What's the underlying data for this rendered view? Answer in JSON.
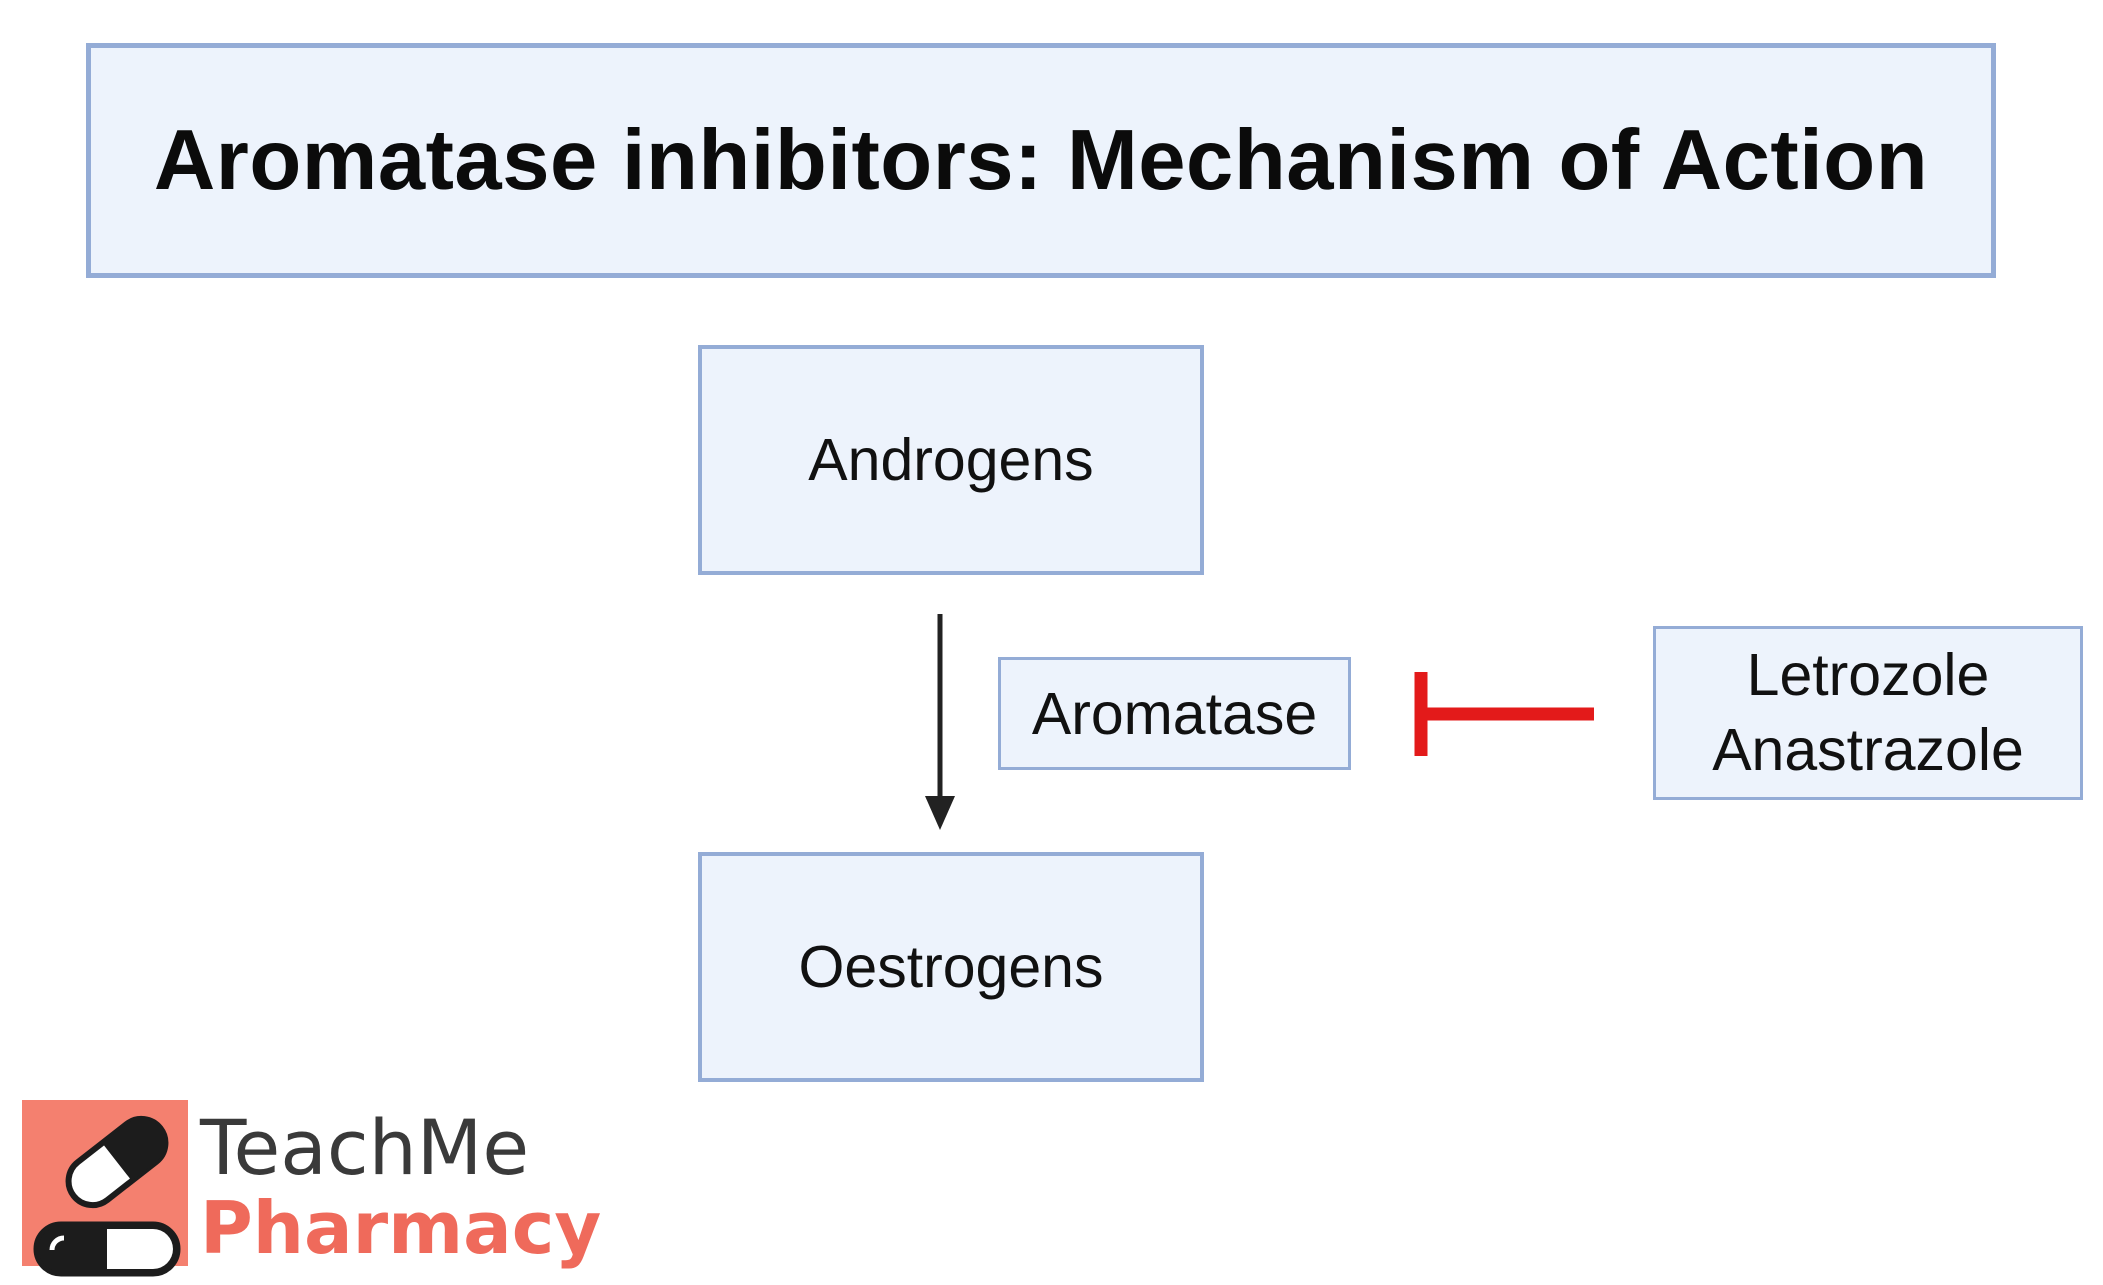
{
  "title": "Aromatase inhibitors: Mechanism of Action",
  "nodes": {
    "androgens": "Androgens",
    "oestrogens": "Oestrogens",
    "aromatase": "Aromatase",
    "drugs": [
      "Letrozole",
      "Anastrazole"
    ]
  },
  "logo": {
    "line1": "TeachMe",
    "line2": "Pharmacy"
  },
  "colors": {
    "box_fill": "#edf3fc",
    "box_border": "#94acd6",
    "arrow": "#222222",
    "inhibition": "#e31a1a",
    "logo_accent": "#ef6a5b"
  }
}
